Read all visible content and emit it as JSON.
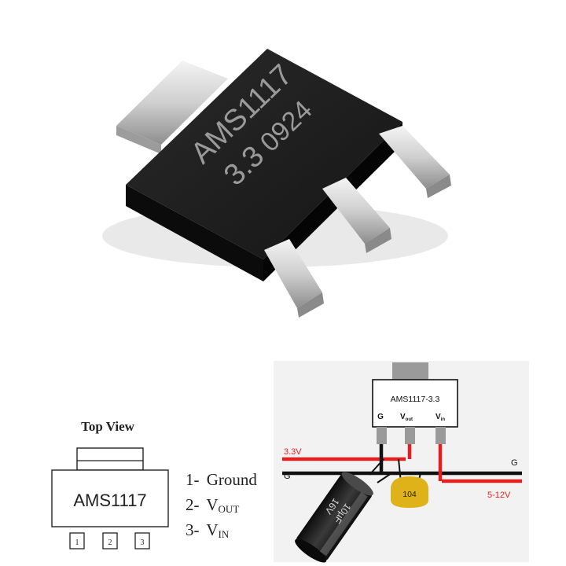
{
  "photo": {
    "marking_line1": "AMS1117",
    "marking_line2": "3.3",
    "marking_code": "0924"
  },
  "top_view": {
    "title": "Top View",
    "chip_label": "AMS1117",
    "pins": [
      "1",
      "2",
      "3"
    ],
    "legend": [
      {
        "num": "1-",
        "name": "Ground",
        "sub": ""
      },
      {
        "num": "2-",
        "name": "V",
        "sub": "OUT"
      },
      {
        "num": "3-",
        "name": "V",
        "sub": "IN"
      }
    ]
  },
  "circuit": {
    "ic_label": "AMS1117-3.3",
    "pin_g": "G",
    "pin_vout": "V",
    "pin_vout_sub": "out",
    "pin_vin": "V",
    "pin_vin_sub": "in",
    "label_3v3": "3.3V",
    "label_g_left": "G",
    "label_g_right": "G",
    "label_5_12v": "5-12V",
    "cap_ceramic": "104",
    "cap_elec_value": "10µF",
    "cap_elec_voltage": "16V",
    "colors": {
      "red": "#e32020",
      "black": "#111111",
      "ceramic": "#e0b21a",
      "grey": "#9a9a9a"
    }
  }
}
